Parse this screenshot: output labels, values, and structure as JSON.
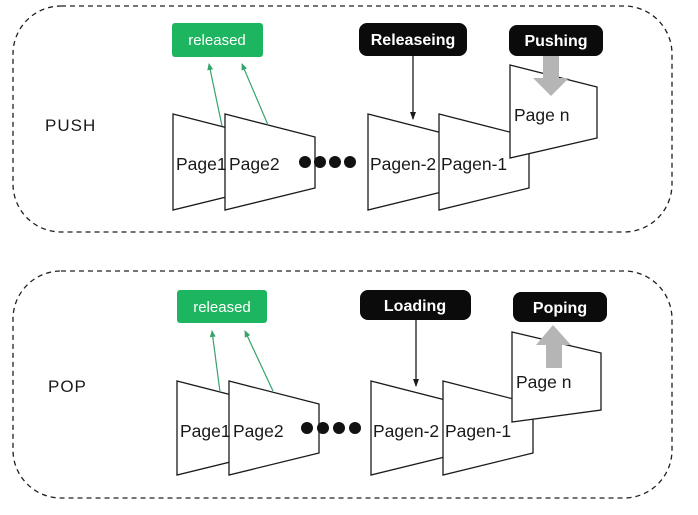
{
  "colors": {
    "frame": "#202020",
    "text": "#1a1a1a",
    "page_fill": "#ffffff",
    "released_bg": "#1db55f",
    "badge_bg": "#0b0b0b",
    "badge_text": "#ffffff",
    "green_arrow": "#37a36d",
    "black_arrow": "#1a1a1a",
    "gray_arrow": "#b5b5b5"
  },
  "sections": [
    {
      "label": "PUSH",
      "released_badge": "released",
      "action_badge": "Releaseing",
      "stack_badge": "Pushing",
      "pages": [
        "Page1",
        "Page2",
        "Pagen-2",
        "Pagen-1"
      ],
      "top_page": "Page n"
    },
    {
      "label": "POP",
      "released_badge": "released",
      "action_badge": "Loading",
      "stack_badge": "Poping",
      "pages": [
        "Page1",
        "Page2",
        "Pagen-2",
        "Pagen-1"
      ],
      "top_page": "Page n"
    }
  ]
}
